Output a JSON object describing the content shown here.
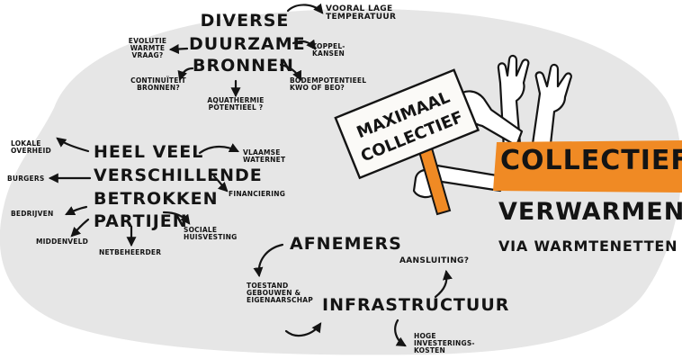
{
  "colors": {
    "background_blob": "#e6e6e6",
    "accent": "#f08a24",
    "ink": "#141414",
    "sign": "#fbfaf7"
  },
  "energy_sources": {
    "title_lines": [
      "DIVERSE",
      "DUURZAME",
      "BRONNEN"
    ],
    "notes": {
      "lage_temperatuur": "VOORAL LAGE\nTEMPERATUUR",
      "evolutie_vraag": "EVOLUTIE\nWARMTE\nVRAAG?",
      "koppelkansen": "KOPPEL-\nKANSEN",
      "continuiteit": "CONTINUÏTEIT\nBRONNEN?",
      "bodempotentieel": "BODEMPOTENTIEEL\nKWO OF BEO?",
      "aquathermie": "AQUATHERMIE\nPOTENTIEEL ?"
    }
  },
  "parties": {
    "title_lines": [
      "HEEL VEEL",
      "VERSCHILLENDE",
      "BETROKKEN",
      "PARTIJEN"
    ],
    "items": {
      "lokale_overheid": "LOKALE\nOVERHEID",
      "burgers": "BURGERS",
      "bedrijven": "BEDRIJVEN",
      "middenveld": "MIDDENVELD",
      "netbeheerder": "NETBEHEERDER",
      "sociale_huisvesting": "SOCIALE\nHUISVESTING",
      "vlaamse_waternet": "VLAAMSE\nWATERNET",
      "financiering": "FINANCIERING"
    }
  },
  "infrastructure": {
    "afnemers": "AFNEMERS",
    "infrastructuur": "INFRASTRUCTUUR",
    "aansluiting": "AANSLUITING?",
    "toestand": "TOESTAND\nGEBOUWEN &\nEIGENAARSCHAP",
    "hoge_kosten": "HOGE\nINVESTERINGS-\nKOSTEN"
  },
  "sign": {
    "lines": [
      "MAXIMAAL",
      "COLLECTIEF"
    ]
  },
  "headline": {
    "accent_word": "COLLECTIEF",
    "line2": "VERWARMEN",
    "line3": "VIA WARMTENETTEN"
  }
}
